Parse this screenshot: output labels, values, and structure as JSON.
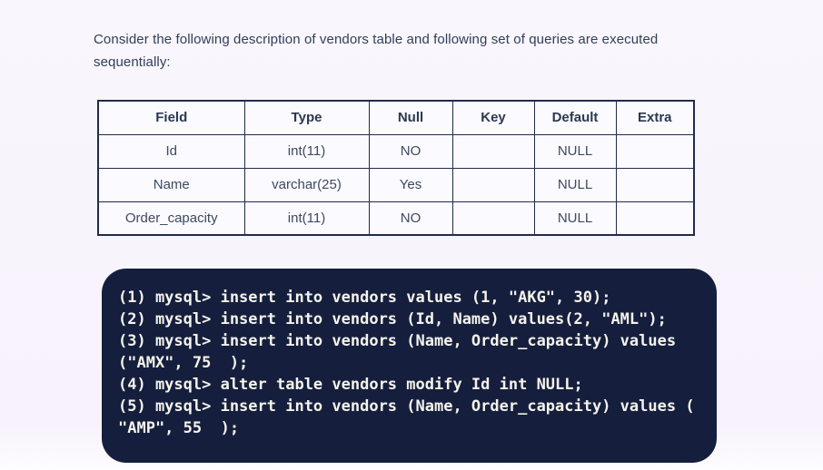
{
  "question": {
    "text": "Consider the following description of vendors table and following set of queries are executed sequentially:"
  },
  "table": {
    "columns": [
      "Field",
      "Type",
      "Null",
      "Key",
      "Default",
      "Extra"
    ],
    "rows": [
      {
        "field": "Id",
        "type": "int(11)",
        "null": "NO",
        "key": "",
        "default": "NULL",
        "extra": ""
      },
      {
        "field": "Name",
        "type": "varchar(25)",
        "null": "Yes",
        "key": "",
        "default": "NULL",
        "extra": ""
      },
      {
        "field": "Order_capacity",
        "type": "int(11)",
        "null": "NO",
        "key": "",
        "default": "NULL",
        "extra": ""
      }
    ]
  },
  "code": {
    "lines": [
      "(1) mysql> insert into vendors values (1, \"AKG\", 30);",
      "(2) mysql> insert into vendors (Id, Name) values(2, \"AML\");",
      "(3) mysql> insert into vendors (Name, Order_capacity) values",
      "(\"AMX\", 75  );",
      "(4) mysql> alter table vendors modify Id int NULL;",
      "(5) mysql> insert into vendors (Name, Order_capacity) values (",
      "\"AMP\", 55  );"
    ]
  },
  "colors": {
    "page_background": "#f8f4fc",
    "table_border": "#212b4d",
    "code_background": "#151f3d",
    "code_text": "#f6f3ec",
    "body_text": "#303e59"
  }
}
